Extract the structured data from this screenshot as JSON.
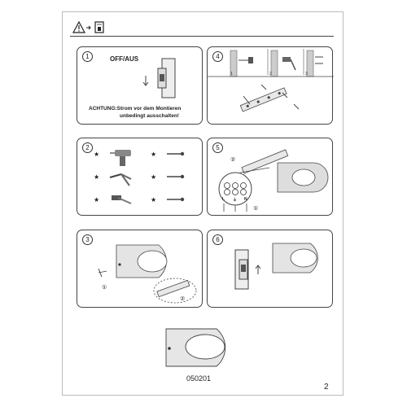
{
  "header": {
    "warning_icon": "warning-triangle-icon",
    "manual_icon": "manual-book-icon"
  },
  "steps": [
    {
      "num": "1",
      "title": "OFF/AUS",
      "caption_line1": "ACHTUNG:Strom vor dem Montieren",
      "caption_line2": "unbedingt ausschalten!"
    },
    {
      "num": "2"
    },
    {
      "num": "3",
      "callout_a": "①",
      "callout_b": "②"
    },
    {
      "num": "4",
      "sub_a": "1",
      "sub_b": "2",
      "sub_c": "3"
    },
    {
      "num": "5",
      "callout_a": "①",
      "callout_b": "②",
      "term_l": "L",
      "term_pe": "⏚",
      "term_n": "N"
    },
    {
      "num": "6"
    }
  ],
  "footer": {
    "code": "050201",
    "page": "2"
  }
}
